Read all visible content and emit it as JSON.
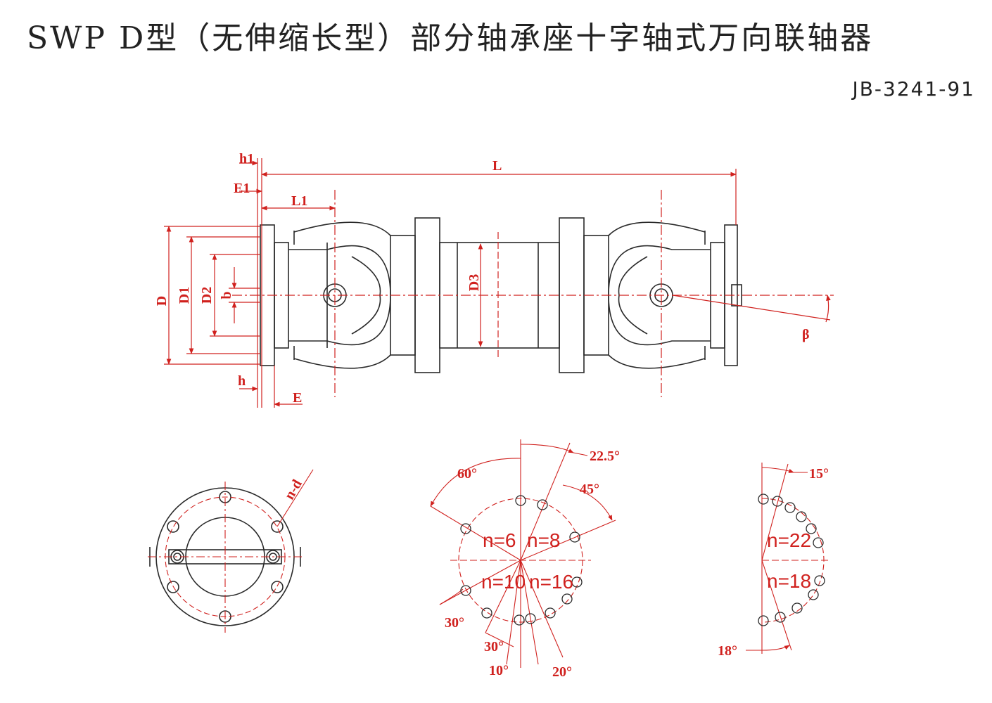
{
  "header": {
    "title": "SWP D型（无伸缩长型）部分轴承座十字轴式万向联轴器",
    "standard": "JB-3241-91"
  },
  "side_view": {
    "dimension_labels": {
      "h1": "h1",
      "E1": "E1",
      "L": "L",
      "L1": "L1",
      "D": "D",
      "D1": "D1",
      "D2": "D2",
      "b": "b",
      "D3": "D3",
      "h": "h",
      "E": "E",
      "beta": "β"
    }
  },
  "end_view": {
    "label": "n-d"
  },
  "bolt_patterns": {
    "left": {
      "angles": [
        "22.5°",
        "60°",
        "45°",
        "30°",
        "30°",
        "10°",
        "20°"
      ],
      "counts": [
        "n=6",
        "n=8",
        "n=10",
        "n=16"
      ]
    },
    "right": {
      "angles": [
        "15°",
        "18°"
      ],
      "counts": [
        "n=22",
        "n=18"
      ]
    }
  },
  "colors": {
    "outline": "#2a2a2a",
    "dimension": "#d0211e",
    "background": "#ffffff"
  }
}
